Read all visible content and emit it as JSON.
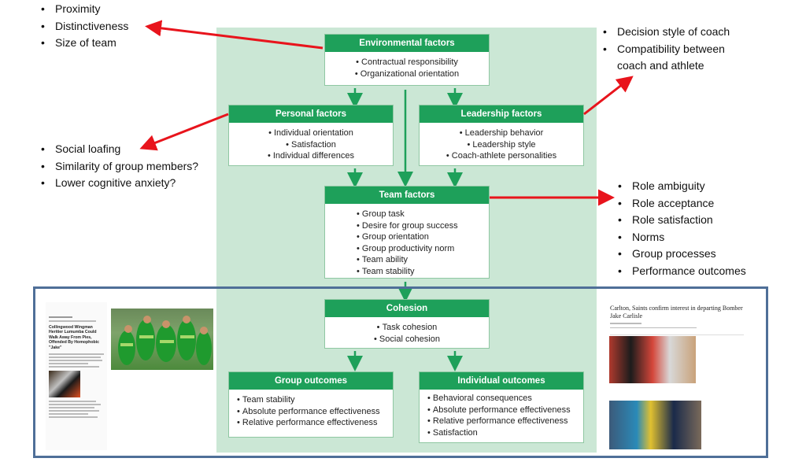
{
  "environmental": {
    "title": "Environmental factors",
    "items": [
      "Contractual responsibility",
      "Organizational orientation"
    ]
  },
  "personal": {
    "title": "Personal factors",
    "items": [
      "Individual orientation",
      "Satisfaction",
      "Individual differences"
    ]
  },
  "leadership": {
    "title": "Leadership factors",
    "items": [
      "Leadership behavior",
      "Leadership style",
      "Coach-athlete personalities"
    ]
  },
  "team": {
    "title": "Team factors",
    "items": [
      "Group task",
      "Desire for group success",
      "Group orientation",
      "Group productivity norm",
      "Team ability",
      "Team stability"
    ]
  },
  "cohesion": {
    "title": "Cohesion",
    "items": [
      "Task cohesion",
      "Social cohesion"
    ]
  },
  "group_outcomes": {
    "title": "Group outcomes",
    "items": [
      "Team stability",
      "Absolute performance effectiveness",
      "Relative performance effectiveness"
    ]
  },
  "individual_outcomes": {
    "title": "Individual outcomes",
    "items": [
      "Behavioral consequences",
      "Absolute performance effectiveness",
      "Relative performance effectiveness",
      "Satisfaction"
    ]
  },
  "note_environmental": [
    "Proximity",
    "Distinctiveness",
    "Size of team"
  ],
  "note_personal": [
    "Social loafing",
    "Similarity of group members?",
    "Lower cognitive anxiety?"
  ],
  "note_leadership": [
    "Decision style of coach",
    "Compatibility between",
    "coach and athlete"
  ],
  "note_team": [
    "Role ambiguity",
    "Role acceptance",
    "Role satisfaction",
    "Norms",
    "Group processes",
    "Performance outcomes"
  ],
  "article_left": {
    "headline": "Collingwood Wingman Heritier Lumumba Could Walk Away From Pies, Offended By Homophobic \"Jake\""
  },
  "article_right": {
    "headline": "Carlton, Saints confirm interest in departing Bomber Jake Carlisle"
  },
  "colors": {
    "box_header": "#1ea05a",
    "panel": "#cbe7d5",
    "arrow_red": "#e8141c",
    "frame": "#4f6f98"
  }
}
